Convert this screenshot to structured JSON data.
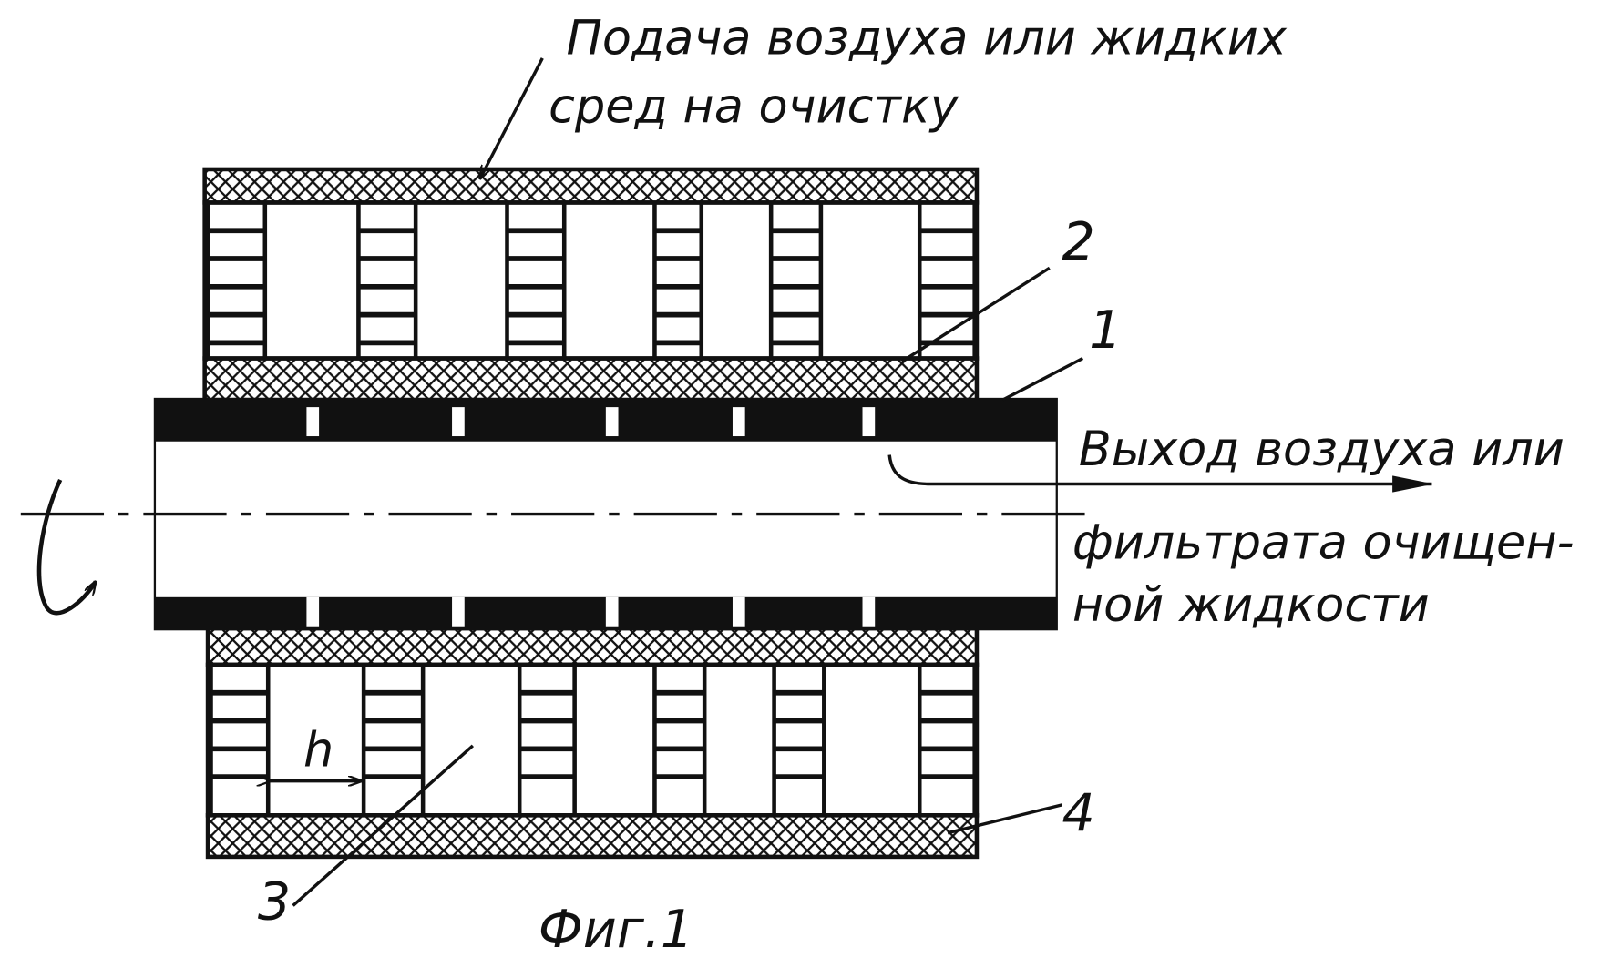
{
  "figure": {
    "caption": "Фиг.1",
    "inlet_label": [
      "Подача воздуха или жидких",
      "сред на очистку"
    ],
    "outlet_label": [
      "Выход воздуха или",
      "фильтрата очищен-",
      "ной жидкости"
    ],
    "callouts": {
      "tube": "1",
      "inner_filter": "2",
      "chamber": "3",
      "outer_filter": "4"
    },
    "dimension_label": "h",
    "colors": {
      "ink": "#111111",
      "paper": "#ffffff"
    }
  }
}
